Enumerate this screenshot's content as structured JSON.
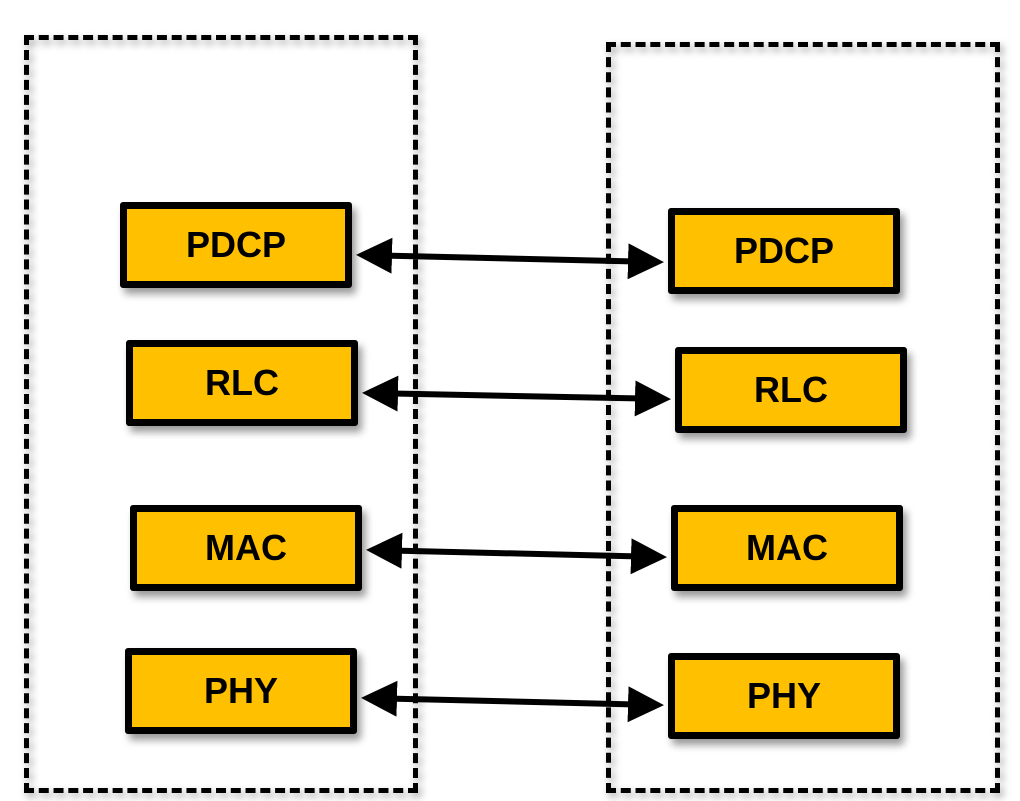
{
  "colors": {
    "layer_fill": "#FFC000",
    "stroke": "#000000"
  },
  "left_stack": {
    "layers": [
      "PDCP",
      "RLC",
      "MAC",
      "PHY"
    ]
  },
  "right_stack": {
    "layers": [
      "PDCP",
      "RLC",
      "MAC",
      "PHY"
    ]
  },
  "connections": [
    [
      "PDCP",
      "PDCP"
    ],
    [
      "RLC",
      "RLC"
    ],
    [
      "MAC",
      "MAC"
    ],
    [
      "PHY",
      "PHY"
    ]
  ]
}
